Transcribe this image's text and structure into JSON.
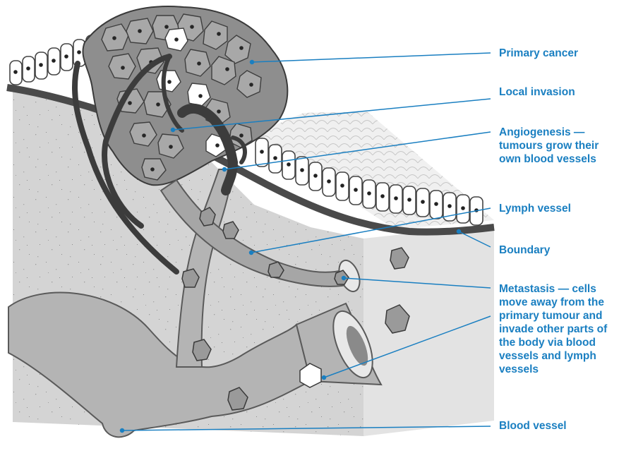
{
  "colors": {
    "accent": "#1a7fc1",
    "tissue": "#d4d4d4",
    "boundary": "#4a4a4a",
    "vessel": "#b4b4b4",
    "capillary": "#3c3c3c",
    "cancer_cell": "#9a9a9a"
  },
  "labels": [
    {
      "id": "primary-cancer",
      "text": "Primary cancer"
    },
    {
      "id": "local-invasion",
      "text": "Local invasion"
    },
    {
      "id": "angiogenesis",
      "text": "Angiogenesis —\ntumours grow their\nown blood vessels"
    },
    {
      "id": "lymph-vessel",
      "text": "Lymph vessel"
    },
    {
      "id": "boundary",
      "text": "Boundary"
    },
    {
      "id": "metastasis",
      "text": "Metastasis — cells\nmove away from the\nprimary tumour and\ninvade other parts of\nthe body via blood\nvessels and lymph\nvessels"
    },
    {
      "id": "blood-vessel",
      "text": "Blood vessel"
    }
  ]
}
